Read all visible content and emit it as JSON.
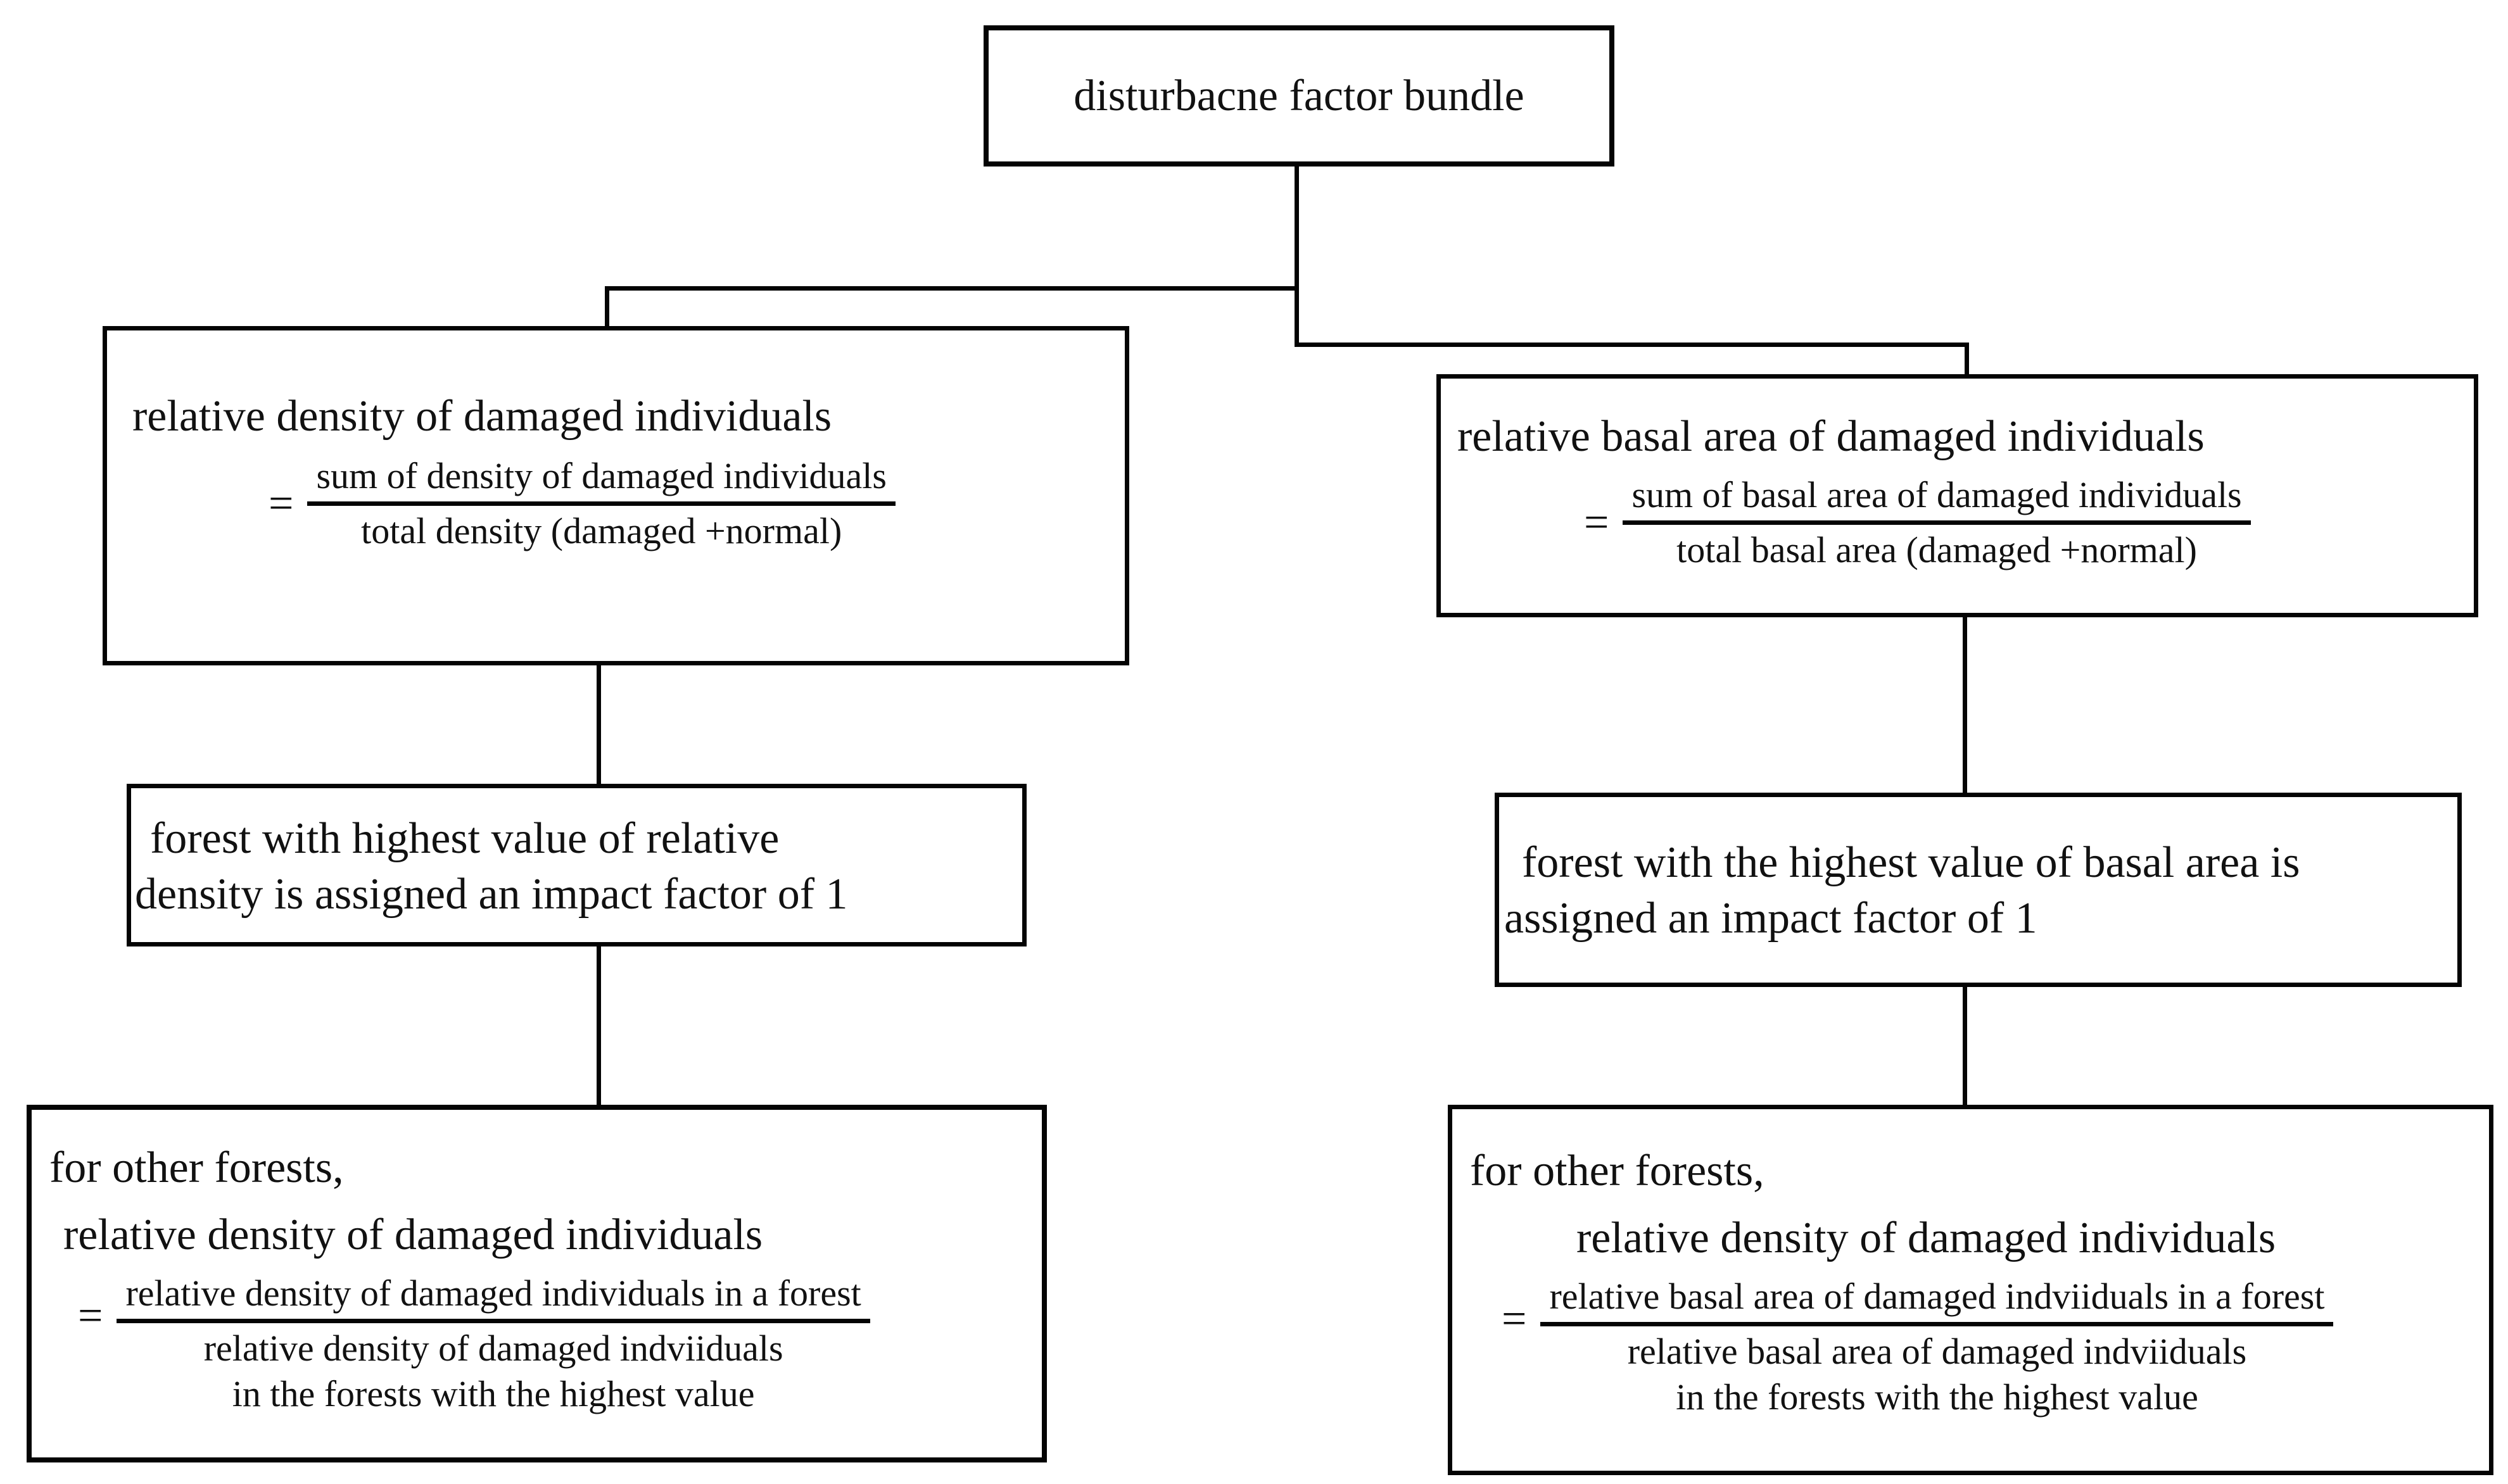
{
  "root": {
    "label": "disturbacne factor bundle"
  },
  "left_branch": {
    "definition": {
      "title": "relative density of damaged individuals",
      "equals": "=",
      "numerator": "sum of density of damaged individuals",
      "denominator": "total density (damaged +normal)"
    },
    "assignment": {
      "line1": "forest with highest value of relative",
      "line2": "density is assigned an impact factor of 1"
    },
    "other_forests": {
      "line1": "for other forests,",
      "line2": "relative density of damaged individuals",
      "equals": "=",
      "numerator": "relative density of damaged individuals in a forest",
      "denominator_line1": "relative density of damaged indviiduals",
      "denominator_line2": "in the forests with the highest value"
    }
  },
  "right_branch": {
    "definition": {
      "title": "relative basal area of damaged individuals",
      "equals": "=",
      "numerator": "sum of basal area of damaged individuals",
      "denominator": "total basal area (damaged +normal)"
    },
    "assignment": {
      "line1": "forest with the highest value of basal area is",
      "line2": "assigned an impact factor of 1"
    },
    "other_forests": {
      "line1": "for other forests,",
      "line2": "relative density of damaged individuals",
      "equals": "=",
      "numerator": "relative basal area of damaged indviiduals in a forest",
      "denominator_line1": "relative basal area of damaged indviiduals",
      "denominator_line2": "in the forests with the highest value"
    }
  },
  "colors": {
    "line": "#040404",
    "background": "#ffffff",
    "text": "#111111"
  }
}
